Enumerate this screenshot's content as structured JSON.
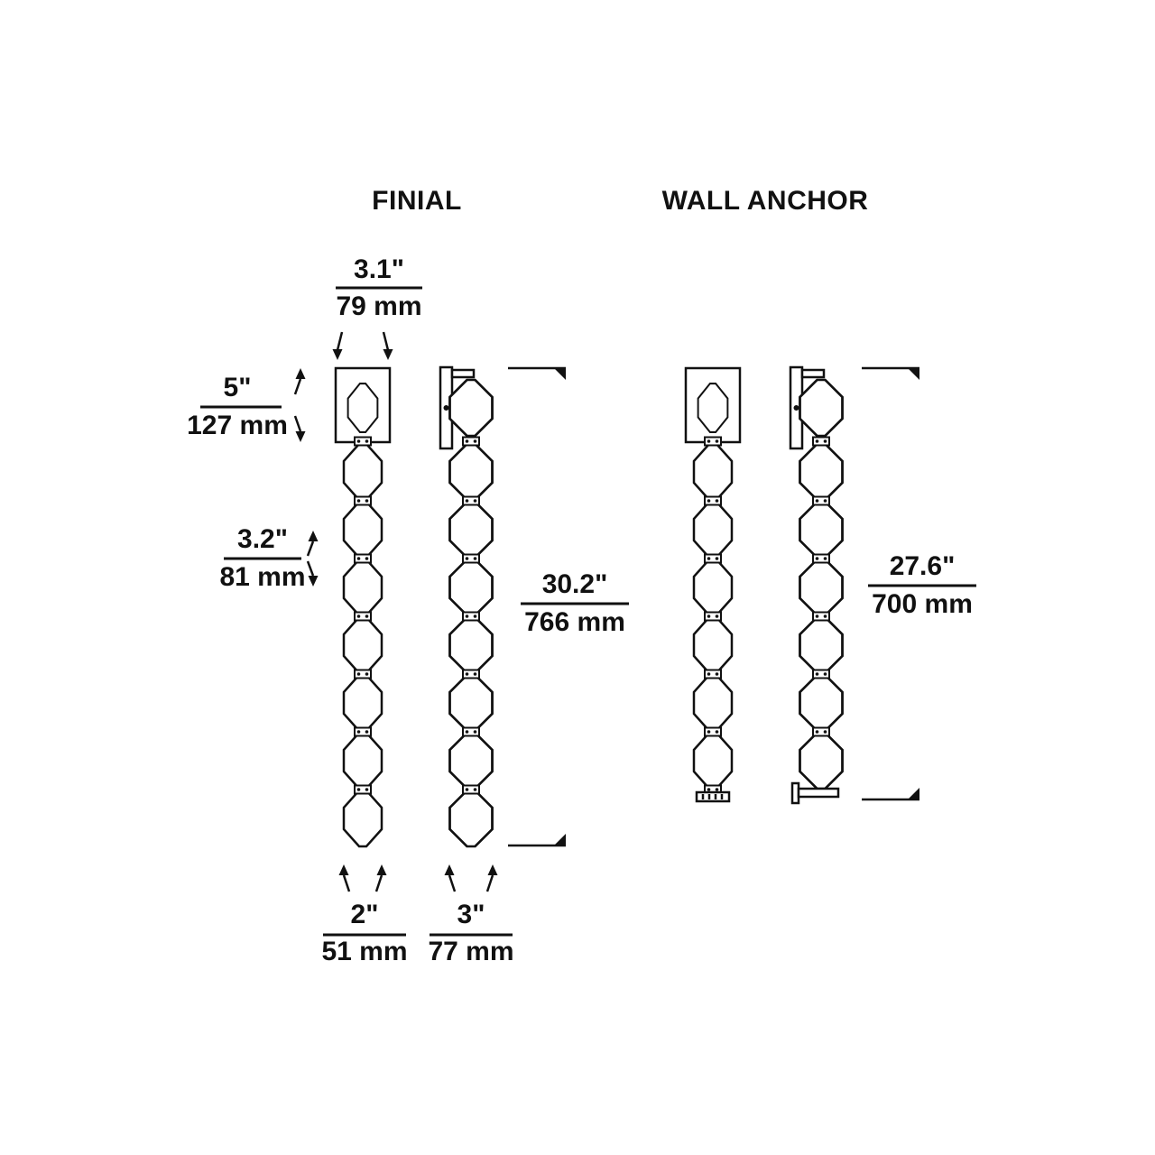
{
  "titles": {
    "finial": "FINIAL",
    "wall_anchor": "WALL ANCHOR"
  },
  "dims": {
    "backplate_width": {
      "in": "3.1\"",
      "mm": "79 mm"
    },
    "backplate_height": {
      "in": "5\"",
      "mm": "127 mm"
    },
    "link_height": {
      "in": "3.2\"",
      "mm": "81 mm"
    },
    "finial_overall_height": {
      "in": "30.2\"",
      "mm": "766 mm"
    },
    "wall_anchor_overall_height": {
      "in": "27.6\"",
      "mm": "700 mm"
    },
    "chain_width": {
      "in": "2\"",
      "mm": "51 mm"
    },
    "chain_depth": {
      "in": "3\"",
      "mm": "77 mm"
    }
  },
  "colors": {
    "line": "#111111",
    "background": "#ffffff"
  }
}
